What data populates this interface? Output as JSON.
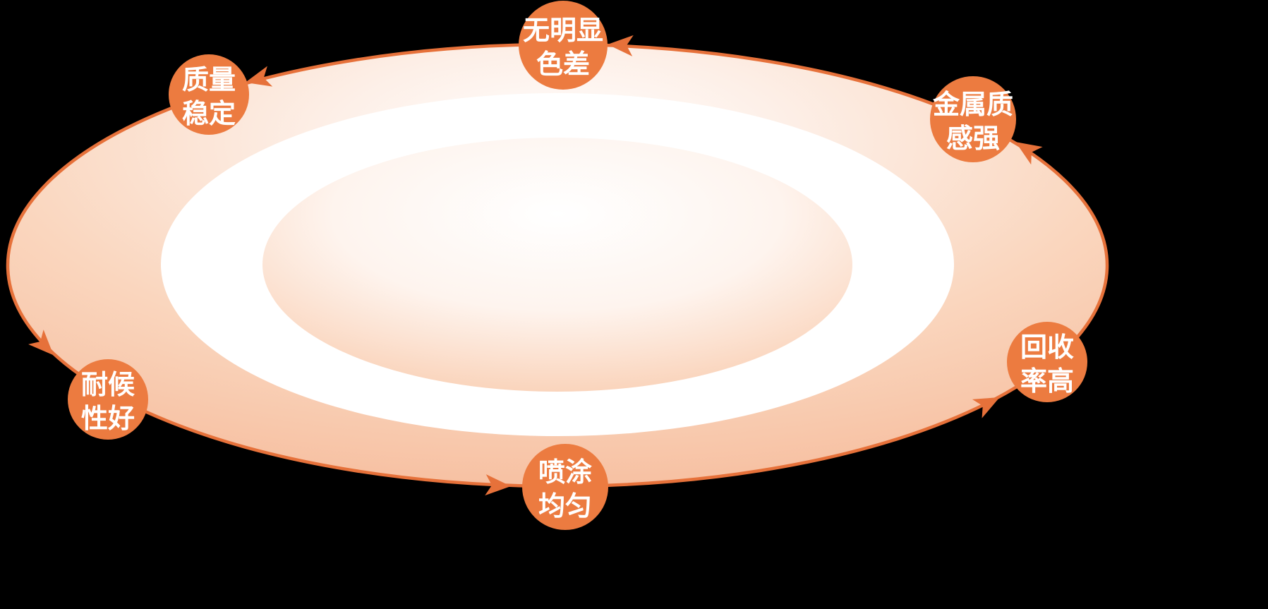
{
  "diagram": {
    "type": "cycle-diagram",
    "background_color": "#000000",
    "accent_color": "#E6713A",
    "badge_color": "#EC7B40",
    "badge_text_color": "#FFFFFF",
    "flow_direction": "counterclockwise",
    "arrow_count": 6,
    "badges": [
      {
        "name": "no-visible-color-difference",
        "line1": "无明显",
        "line2": "色差"
      },
      {
        "name": "stable-quality",
        "line1": "质量",
        "line2": "稳定"
      },
      {
        "name": "strong-metallic-texture",
        "line1": "金属质",
        "line2": "感强"
      },
      {
        "name": "good-weather-resistance",
        "line1": "耐候",
        "line2": "性好"
      },
      {
        "name": "high-recovery-rate",
        "line1": "回收",
        "line2": "率高"
      },
      {
        "name": "even-spray-coating",
        "line1": "喷涂",
        "line2": "均匀"
      }
    ]
  }
}
